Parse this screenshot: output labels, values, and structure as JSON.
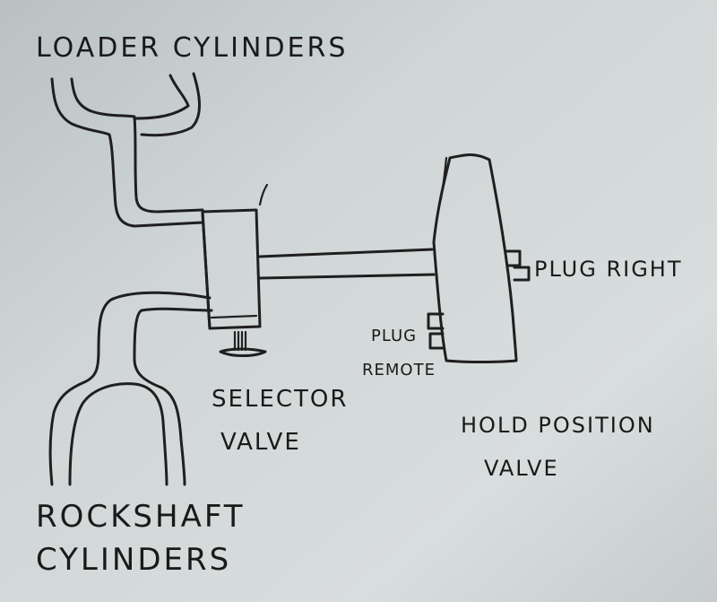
{
  "labels": {
    "loader_cylinders": "LOADER CYLINDERS",
    "rockshaft_line1": "ROCKSHAFT",
    "rockshaft_line2": "CYLINDERS",
    "selector_line1": "SELECTOR",
    "selector_line2": "VALVE",
    "hold_line1": "HOLD POSITION",
    "hold_line2": "VALVE",
    "plug_right": "PLUG RIGHT",
    "plug_remote_line1": "PLUG",
    "plug_remote_line2": "REMOTE"
  },
  "colors": {
    "paper": "#cfd5d6",
    "ink": "#1f1f1f"
  }
}
